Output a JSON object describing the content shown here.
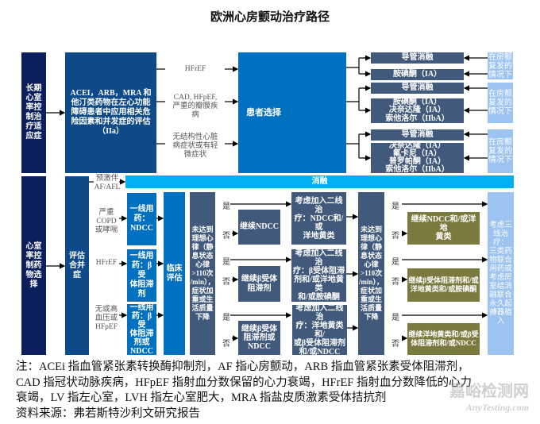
{
  "title": "欧洲心房颤动治疗路径",
  "top": {
    "indication": "长期\n心室\n率控\n制治\n疗适\n应症",
    "assessment": "ACEI，ARB，MRA 和他汀类药物在左心功能障碍患者中应用相关危险因素和并发症的评估（IIa）",
    "conditions": [
      "HFrEF",
      "CAD, HFpEF,\n严重的瓣膜疾\n病",
      "无结构性心脏\n病症状或有轻\n微症状"
    ],
    "patient_choice": "患者选择",
    "groups": [
      {
        "options": [
          "导管消融",
          "胺碘酮（IA）"
        ],
        "recurrence": "在房颤\n复发的\n情况下"
      },
      {
        "options": [
          "导管消融",
          "胺碘酮（IA）\n决奈达隆（IA）\n索他洛尔（IIbA）"
        ],
        "recurrence": "在房颤\n复发的\n情况下"
      },
      {
        "options": [
          "导管消融",
          "决奈达隆（IA）\n氟卡尼（IA）\n普罗帕酮（IA）\n索他洛尔（IIbA）"
        ],
        "recurrence": "在房颤\n复发的\n情况下"
      }
    ]
  },
  "bottom": {
    "drug_selection": "心室\n率控\n制药\n物选\n择",
    "comorbidity": "评估\n合并\n症",
    "conditions": [
      "预激伴\nAF/AFL",
      "严重\nCOPD\n或哮喘",
      "HFrEF",
      "无或高\n血压或\nHFpEF"
    ],
    "ablation": "消融",
    "first_line": [
      "一线用\n药：\nNDCC",
      "一线用\n药：β受\n体阻滞\n剂",
      "一线用\n药：β受\n体阻滞\n剂或\nNDCC"
    ],
    "clinical_eval": "临床\n评估",
    "not_reached": "未达到\n理想心\n律（静\n息状态\n心律\n>110次\n/min），\n症状加\n重或生\n活质量\n下降",
    "yes": "是",
    "no": "否",
    "continue1": [
      "继续NDCC",
      "继续β受体\n阻滞剂",
      "继续β受体\n阻滞剂或\nNDCC"
    ],
    "second_line": [
      "考虑加入二线治\n疗：NDCC和/或\n洋地黄类",
      "考虑加入二线治\n疗：β受体阻滞\n剂和/或洋地黄类\n和/或胺碘酮",
      "考虑加入二线治\n疗：洋地黄类和/\n或β受体阻滞剂\n和/或NDCC"
    ],
    "continue2": [
      "继续NDCC和/或洋地\n黄类",
      "继续β受体阻滞剂和/或\n洋地黄类和/或胺碘酮",
      "继续洋地黄类和/或β受\n体阻滞剂和/或NDCC"
    ],
    "third_line": "考虑三\n线治疗：\n三类药\n物联合\n用药或\n考虑房\n室结消\n融联合\n永久起\n搏器植\n入"
  },
  "footer": [
    "注：ACEi 指血管紧张素转换酶抑制剂，AF 指心房颤动，ARB 指血管紧张素受体阻滞剂，",
    "CAD 指冠状动脉疾病，HFpEF 指射血分数保留的心力衰竭，HFrEF 指射血分数降低的心力",
    "衰竭，LV 指左心室，LVH 指左心室肥大，MRA 指盐皮质激素受体拮抗剂",
    "资料来源：弗若斯特沙利文研究报告"
  ],
  "watermark": [
    "嘉峪检测网",
    "AnyTesting.com"
  ]
}
